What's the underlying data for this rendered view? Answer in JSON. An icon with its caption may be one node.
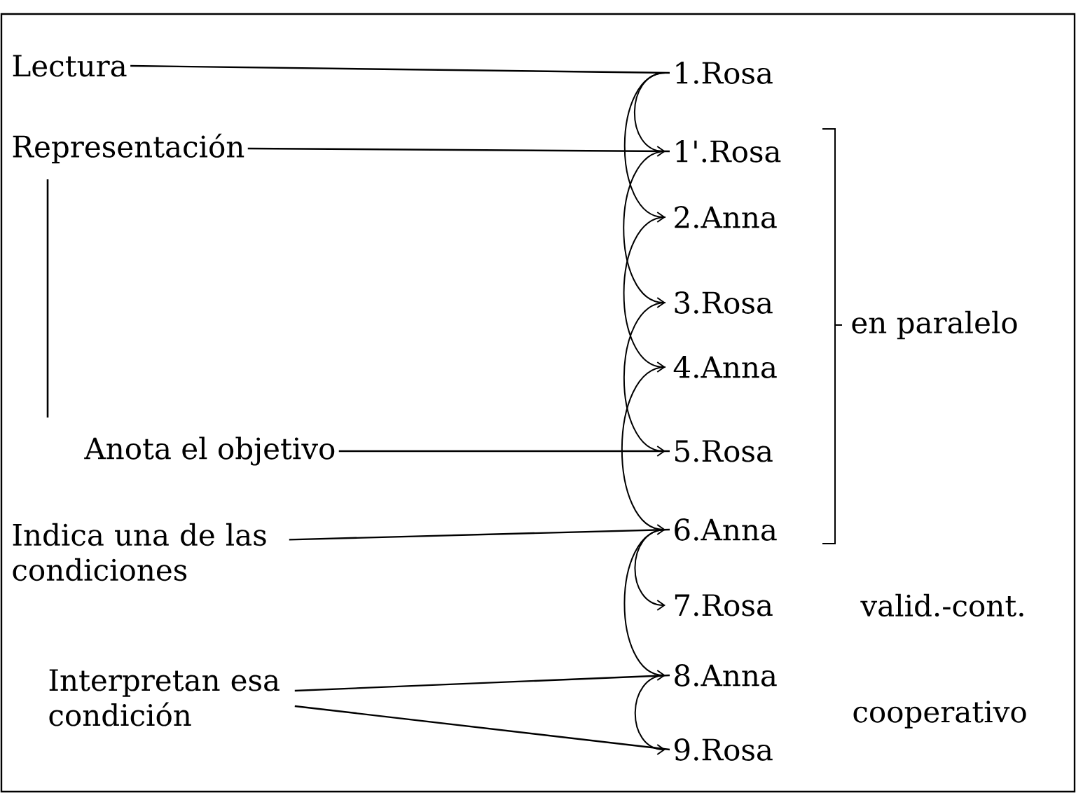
{
  "diagram": {
    "nodes": [
      {
        "text": [
          "Lectura"
        ]
      },
      {
        "text": [
          "Representación"
        ]
      },
      {
        "text": [
          "Anota el objetivo"
        ]
      },
      {
        "text": [
          "Indica una de las condiciones"
        ]
      },
      {
        "text": [
          "Interpretan esa condición"
        ]
      },
      {
        "text": [
          "1.Rosa"
        ]
      },
      {
        "text": [
          "1'.Rosa"
        ]
      },
      {
        "text": [
          "2.Anna"
        ]
      },
      {
        "text": [
          "3.Rosa"
        ]
      },
      {
        "text": [
          "4.Anna"
        ]
      },
      {
        "text": [
          "5.Rosa"
        ]
      },
      {
        "text": [
          "6.Anna"
        ]
      },
      {
        "text": [
          "7.Rosa"
        ]
      },
      {
        "text": [
          "8.Anna"
        ]
      },
      {
        "text": [
          "9.Rosa"
        ]
      }
    ],
    "edges": [
      {
        "from": 0,
        "to": 5,
        "arrow": "none"
      },
      {
        "from": 1,
        "to": 6,
        "arrow": "none"
      },
      {
        "from": 2,
        "to": 10,
        "arrow": "none"
      },
      {
        "from": 3,
        "to": 11,
        "arrow": "none"
      },
      {
        "from": 4,
        "to": 13,
        "arrow": "none"
      },
      {
        "from": 4,
        "to": 14,
        "arrow": "none"
      },
      {
        "from": 5,
        "to": 6,
        "arrow": "to"
      },
      {
        "from": 5,
        "to": 7,
        "arrow": "to"
      },
      {
        "from": 6,
        "to": 8,
        "arrow": "to"
      },
      {
        "from": 7,
        "to": 9,
        "arrow": "to"
      },
      {
        "from": 8,
        "to": 10,
        "arrow": "to"
      },
      {
        "from": 9,
        "to": 11,
        "arrow": "to"
      },
      {
        "from": 11,
        "to": 12,
        "arrow": "to"
      },
      {
        "from": 11,
        "to": 13,
        "arrow": "to"
      },
      {
        "from": 13,
        "to": 14,
        "arrow": "to"
      }
    ],
    "labels": [
      "en paralelo",
      "valid.-cont.",
      "cooperativo"
    ]
  }
}
